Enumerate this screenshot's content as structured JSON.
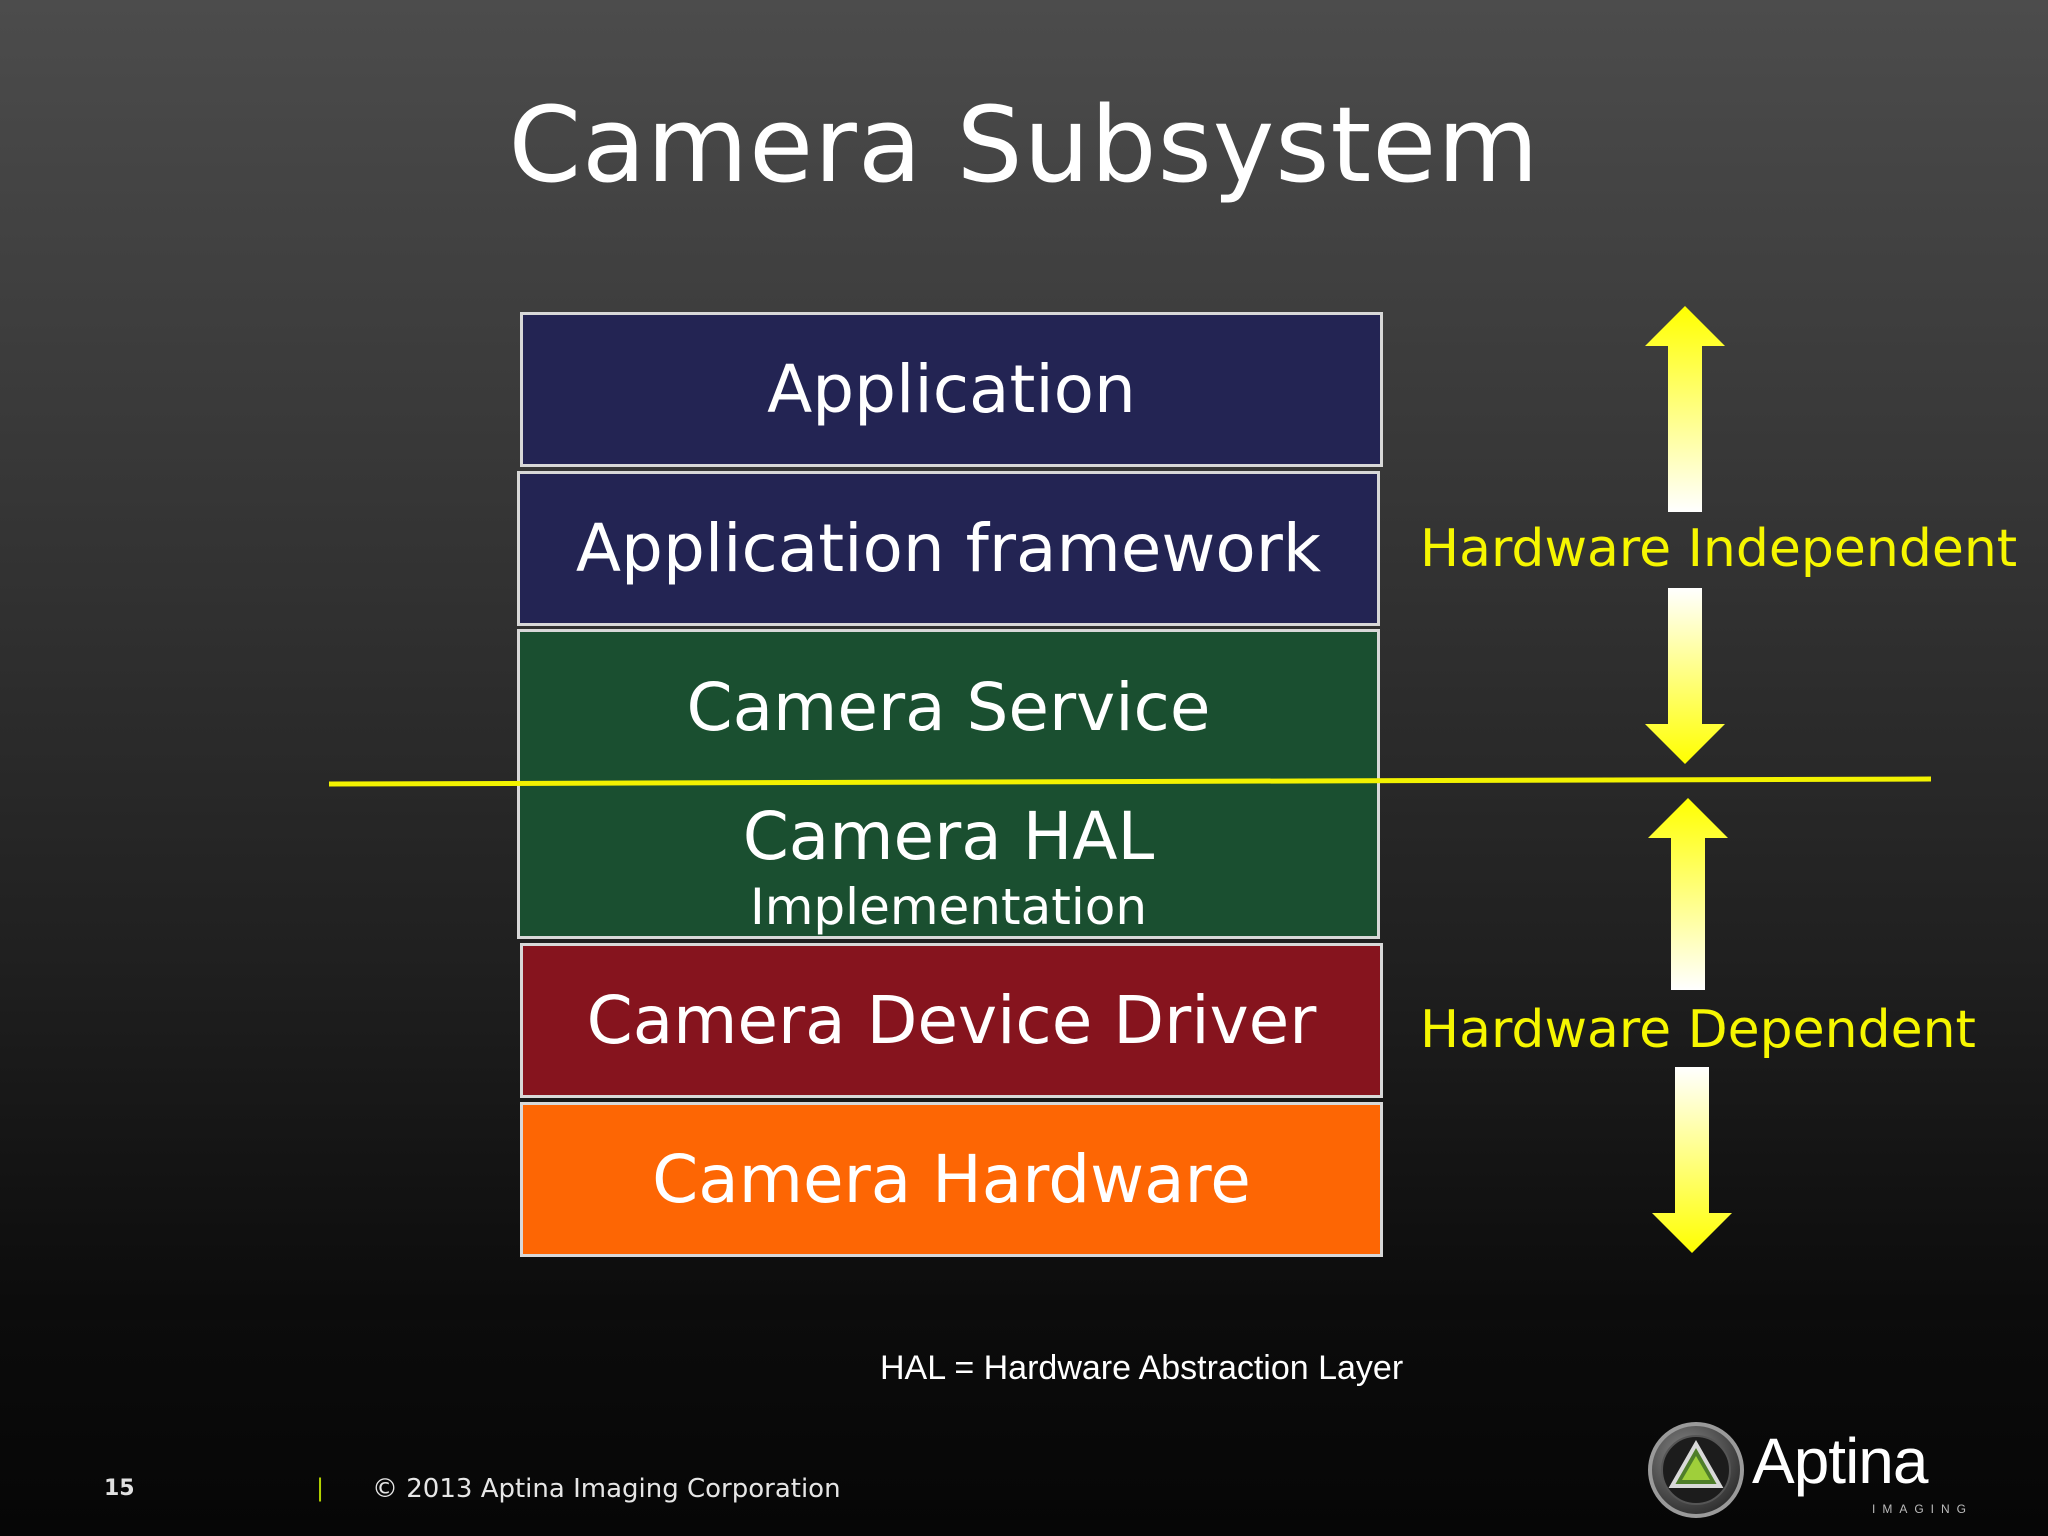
{
  "title": "Camera Subsystem",
  "layers": {
    "application": "Application",
    "application_framework": "Application framework",
    "camera_service": "Camera Service",
    "camera_hal": "Camera HAL",
    "camera_hal_sub": "Implementation",
    "camera_device_driver": "Camera Device Driver",
    "camera_hardware": "Camera Hardware"
  },
  "annotations": {
    "hardware_independent": "Hardware Independent",
    "hardware_dependent": "Hardware Dependent",
    "hal_definition": "HAL = Hardware Abstraction Layer"
  },
  "footer": {
    "page_number": "15",
    "separator": "|",
    "copyright": "© 2013 Aptina Imaging Corporation"
  },
  "logo": {
    "word": "Aptina",
    "sub": "IMAGING"
  },
  "colors": {
    "application": "#232453",
    "framework": "#232453",
    "service_hal": "#1a4f30",
    "driver": "#86141e",
    "hardware": "#fd6604",
    "accent_yellow": "#f6f600"
  }
}
